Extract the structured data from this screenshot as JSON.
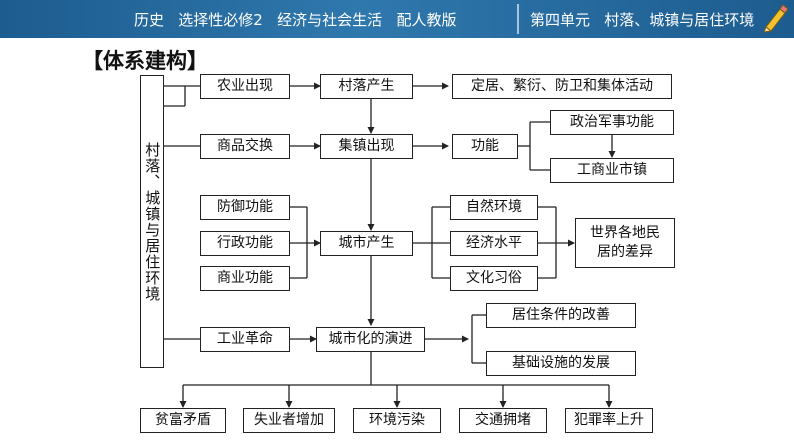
{
  "header": {
    "left_text": "历史   选择性必修2   经济与社会生活   配人教版",
    "right_text": "第四单元   村落、城镇与居住环境",
    "icon": "pencil-icon"
  },
  "section_title": "【体系建构】",
  "diagram": {
    "root": "村落、城镇与居住环境",
    "causes_1": "农业出现",
    "stage_1": "村落产生",
    "stage_1_result": "定居、繁衍、防卫和集体活动",
    "causes_2": "商品交换",
    "stage_2": "集镇出现",
    "stage_2_function": "功能",
    "function_1": "政治军事功能",
    "function_2": "工商业市镇",
    "city_cause_1": "防御功能",
    "city_cause_2": "行政功能",
    "city_cause_3": "商业功能",
    "stage_3": "城市产生",
    "factor_1": "自然环境",
    "factor_2": "经济水平",
    "factor_3": "文化习俗",
    "factor_result": "世界各地民居的差异",
    "causes_4": "工业革命",
    "stage_4": "城市化的演进",
    "urban_result_1": "居住条件的改善",
    "urban_result_2": "基础设施的发展",
    "problems": [
      "贫富矛盾",
      "失业者增加",
      "环境污染",
      "交通拥堵",
      "犯罪率上升"
    ]
  }
}
